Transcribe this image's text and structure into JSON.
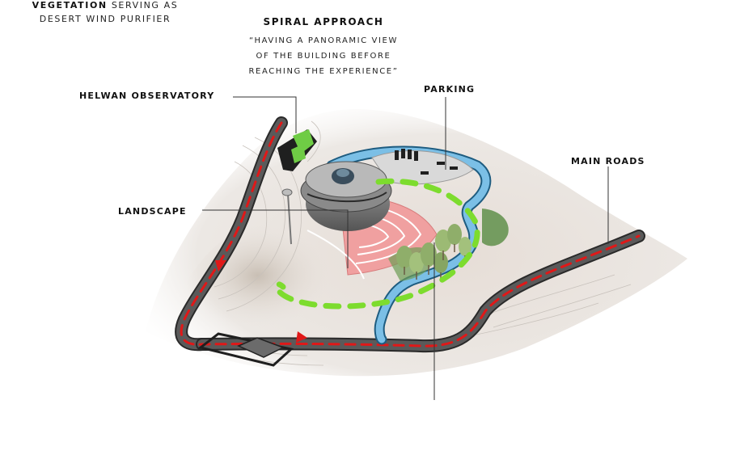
{
  "labels": {
    "spiral_title": "Spiral approach",
    "spiral_quote": "“having a panoramic view of the building before reaching the experience”",
    "helwan": "Helwan observatory",
    "parking": "parking",
    "main_roads": "Main roads",
    "landscape": "landscape",
    "vegetation_bold": "Vegetation",
    "vegetation_rest": "serving as",
    "vegetation_line2": "desert wind purifier"
  },
  "colors": {
    "terrain": "#e9e4e0",
    "road": "#5a5a5a",
    "road_edge": "#2a2a2a",
    "road_dash": "#e01818",
    "spiral_path": "#7ddc2e",
    "water": "#7bbfe6",
    "plaza": "#f0a0a0",
    "building": "#7d7d7d",
    "roof": "#b9b9b9",
    "vegetation": "#8fae6a",
    "observatory": "#6fcc45",
    "leader": "#333333"
  }
}
